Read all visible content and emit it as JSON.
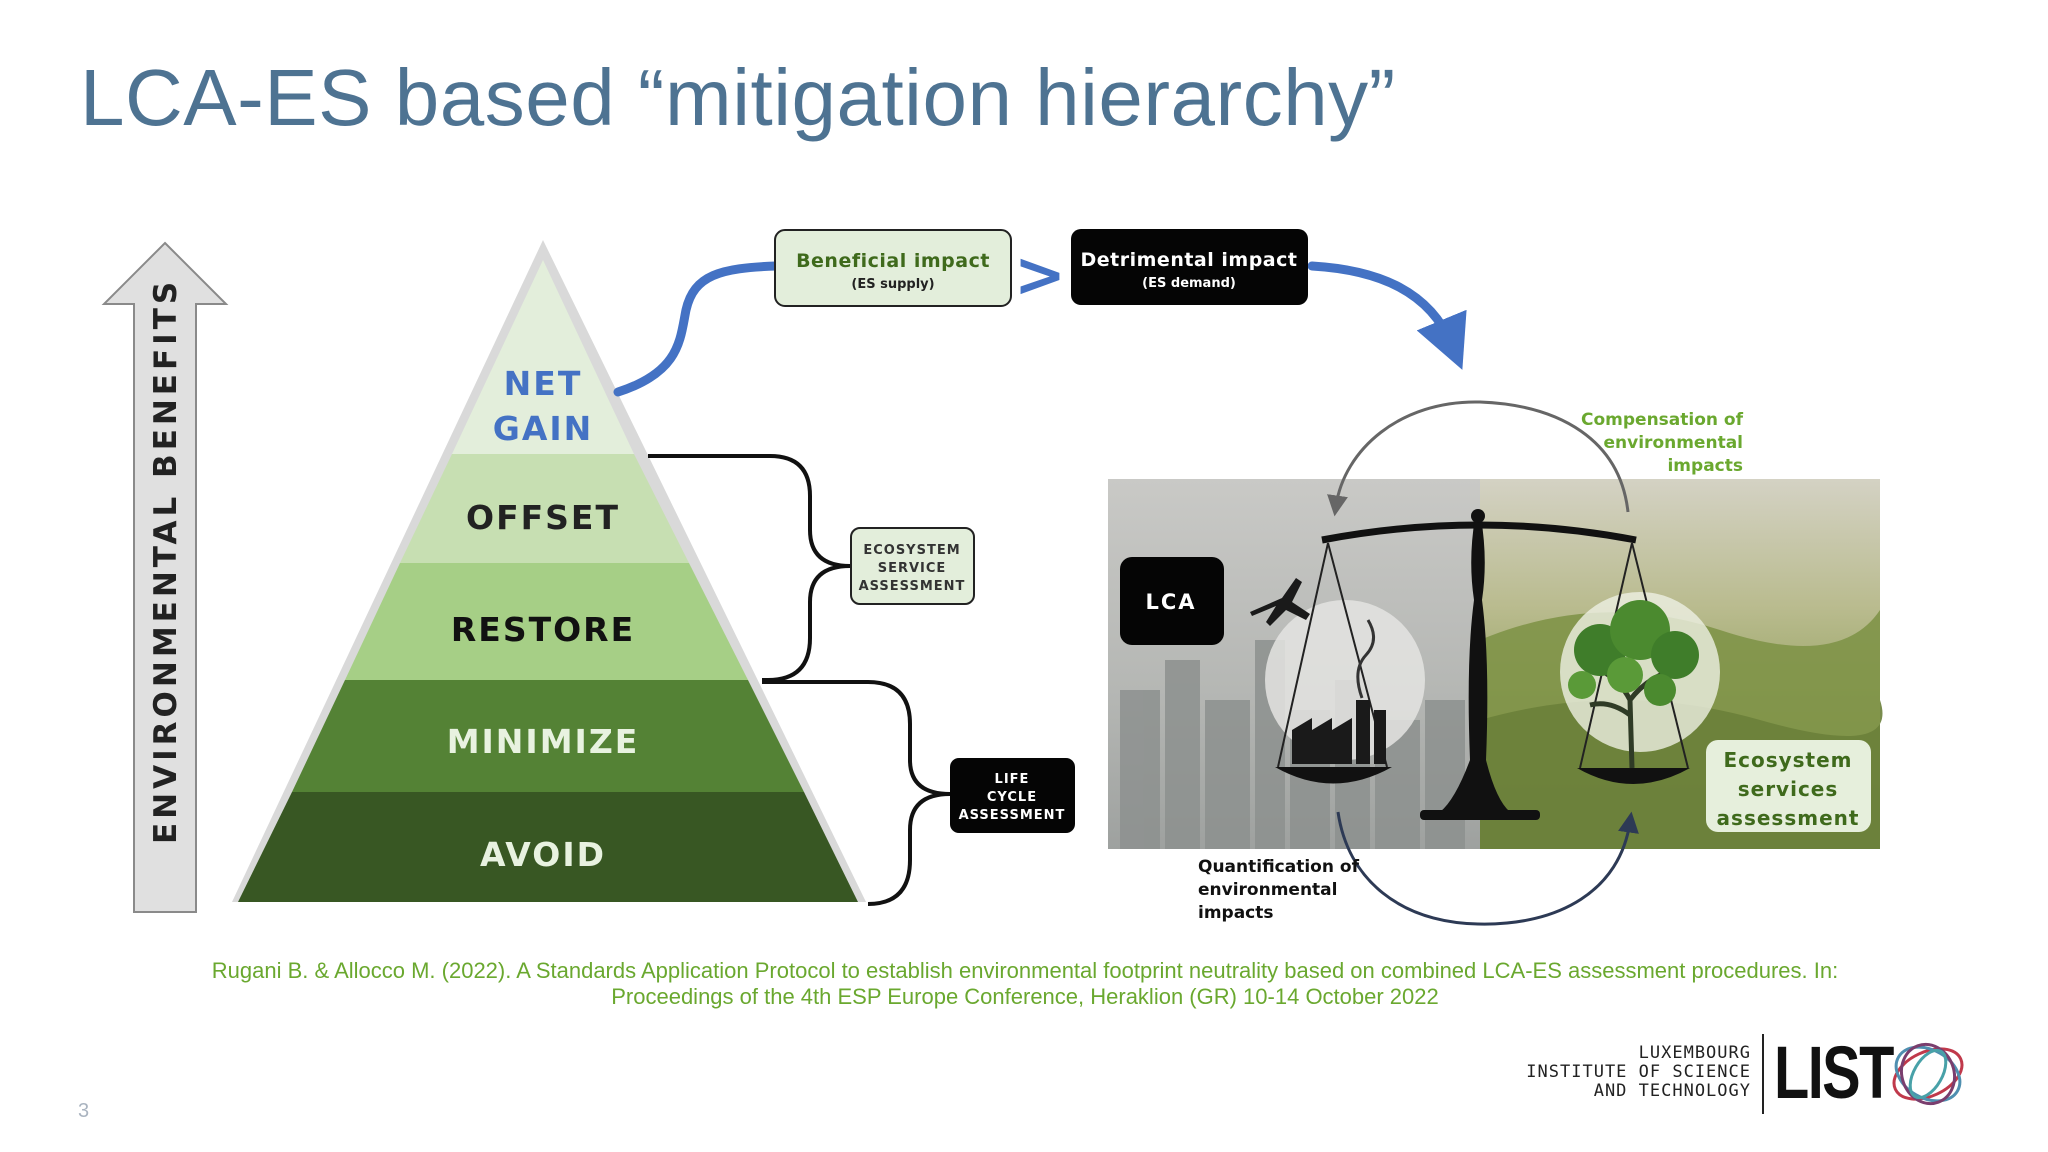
{
  "title": "LCA-ES based “mitigation hierarchy”",
  "axis_label": "ENVIRONMENTAL BENEFITS",
  "pyramid": {
    "levels": [
      "NET",
      "GAIN",
      "OFFSET",
      "RESTORE",
      "MINIMIZE",
      "AVOID"
    ]
  },
  "beneficial": {
    "title": "Beneficial impact",
    "sub": "(ES supply)"
  },
  "comparator": ">",
  "detrimental": {
    "title": "Detrimental impact",
    "sub": "(ES demand)"
  },
  "ecosystem_box": [
    "ECOSYSTEM",
    "SERVICE",
    "ASSESSMENT"
  ],
  "lca_box": [
    "LIFE",
    "CYCLE",
    "ASSESSMENT"
  ],
  "scale_left_label": "LCA",
  "scale_right_label": [
    "Ecosystem",
    "services",
    "assessment"
  ],
  "compensation_label": [
    "Compensation of",
    "environmental",
    "impacts"
  ],
  "quantification_label": [
    "Quantification of",
    "environmental",
    "impacts"
  ],
  "citation": {
    "line1": "Rugani B. & Allocco M. (2022). A Standards Application Protocol to establish environmental footprint neutrality based on combined LCA-ES assessment procedures. In:",
    "line2": "Proceedings of the 4th ESP Europe Conference, Heraklion (GR) 10-14 October 2022"
  },
  "page_number": "3",
  "logo": {
    "line1": "LUXEMBOURG",
    "line2": "INSTITUTE OF SCIENCE",
    "line3": "AND TECHNOLOGY",
    "mark": "LIST"
  },
  "colors": {
    "title": "#4e7392",
    "blue_arrow": "#4472c4",
    "pyramid_netgain": "#e3eedb",
    "pyramid_offset": "#c7dfb2",
    "pyramid_restore": "#a6cf86",
    "pyramid_minimize": "#548235",
    "pyramid_avoid": "#385723",
    "citation": "#6aa82f",
    "green_label": "#6aa82f"
  }
}
